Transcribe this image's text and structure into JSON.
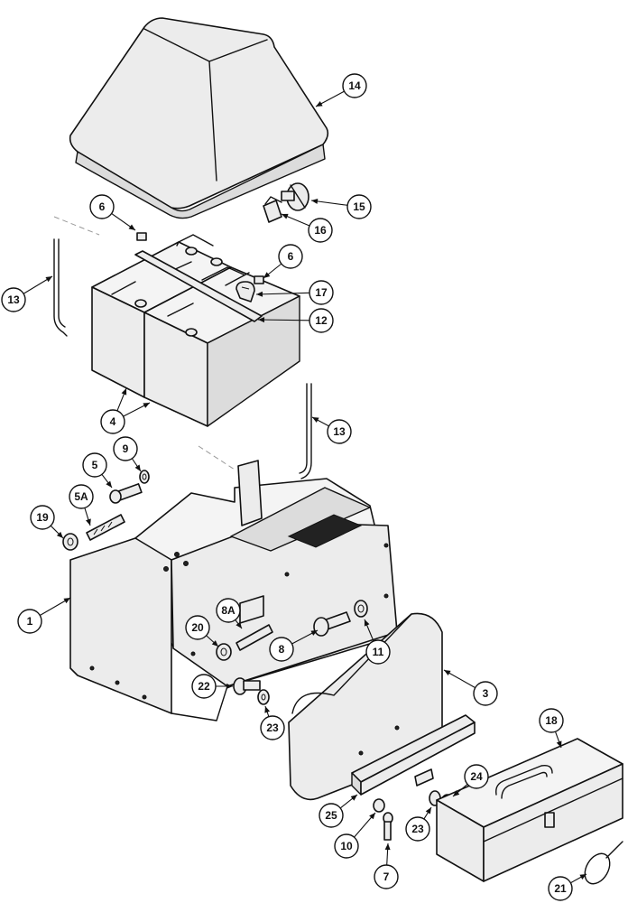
{
  "callouts": [
    {
      "id": "c14",
      "label": "14"
    },
    {
      "id": "c15",
      "label": "15"
    },
    {
      "id": "c16",
      "label": "16"
    },
    {
      "id": "c6a",
      "label": "6"
    },
    {
      "id": "c6b",
      "label": "6"
    },
    {
      "id": "c13a",
      "label": "13"
    },
    {
      "id": "c17",
      "label": "17"
    },
    {
      "id": "c12",
      "label": "12"
    },
    {
      "id": "c4",
      "label": "4"
    },
    {
      "id": "c13b",
      "label": "13"
    },
    {
      "id": "c9",
      "label": "9"
    },
    {
      "id": "c5",
      "label": "5"
    },
    {
      "id": "c5a",
      "label": "5A"
    },
    {
      "id": "c19",
      "label": "19"
    },
    {
      "id": "c1",
      "label": "1"
    },
    {
      "id": "c8a",
      "label": "8A"
    },
    {
      "id": "c20",
      "label": "20"
    },
    {
      "id": "c8",
      "label": "8"
    },
    {
      "id": "c11",
      "label": "11"
    },
    {
      "id": "c22",
      "label": "22"
    },
    {
      "id": "c23a",
      "label": "23"
    },
    {
      "id": "c3",
      "label": "3"
    },
    {
      "id": "c18",
      "label": "18"
    },
    {
      "id": "c24",
      "label": "24"
    },
    {
      "id": "c25",
      "label": "25"
    },
    {
      "id": "c23b",
      "label": "23"
    },
    {
      "id": "c10",
      "label": "10"
    },
    {
      "id": "c7",
      "label": "7"
    },
    {
      "id": "c21",
      "label": "21"
    }
  ]
}
